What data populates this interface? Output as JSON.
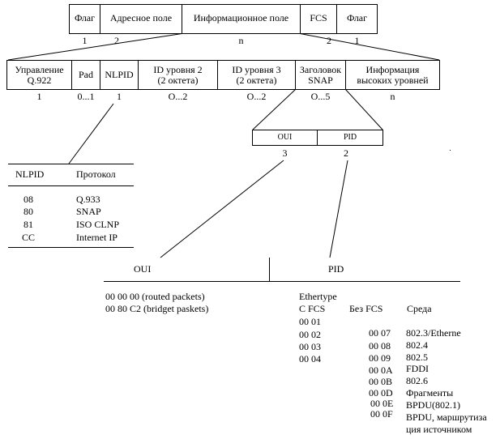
{
  "frame": {
    "fields": [
      "Флаг",
      "Адресное поле",
      "Информационное поле",
      "FCS",
      "Флаг"
    ],
    "sizes": [
      "1",
      "2",
      "n",
      "2",
      "1"
    ]
  },
  "info_field": {
    "fields": [
      [
        "Управление",
        "Q.922"
      ],
      [
        "Pad"
      ],
      [
        "NLPID"
      ],
      [
        "ID уровня 2",
        "(2 октета)"
      ],
      [
        "ID уровня 3",
        "(2 октета)"
      ],
      [
        "Заголовок",
        "SNAP"
      ],
      [
        "Информация",
        "высоких уровней"
      ]
    ],
    "sizes": [
      "1",
      "0...1",
      "1",
      "O...2",
      "O...2",
      "O...5",
      "n"
    ]
  },
  "snap": {
    "fields": [
      "OUI",
      "PID"
    ],
    "sizes": [
      "3",
      "2"
    ]
  },
  "nlpid_table": {
    "headers": [
      "NLPID",
      "Протокол"
    ],
    "rows": [
      [
        "08",
        "Q.933"
      ],
      [
        "80",
        "SNAP"
      ],
      [
        "81",
        "ISO CLNP"
      ],
      [
        "CC",
        "Internet IP"
      ]
    ]
  },
  "oui_pid": {
    "oui_title": "OUI",
    "pid_title": "PID",
    "oui_rows": [
      "00 00 00 (routed packets)",
      "00 80 C2 (bridget paskets)"
    ],
    "ethertype_label": "Ethertype",
    "col_with_fcs": "С FCS",
    "col_without_fcs": "Без FCS",
    "col_medium": "Среда",
    "with_fcs": [
      "00 01",
      "00 02",
      "00 03",
      "00 04"
    ],
    "without_fcs": [
      "00 07",
      "00 08",
      "00 09",
      "00 0A",
      "00 0B",
      "00 0D",
      "00 0E",
      "00 0F"
    ],
    "medium": [
      "802.3/Etherne",
      "802.4",
      "802.5",
      "FDDI",
      "802.6",
      "Фрагменты",
      "BPDU(802.1)",
      "BPDU, маршрутиза",
      "ция источником"
    ]
  }
}
